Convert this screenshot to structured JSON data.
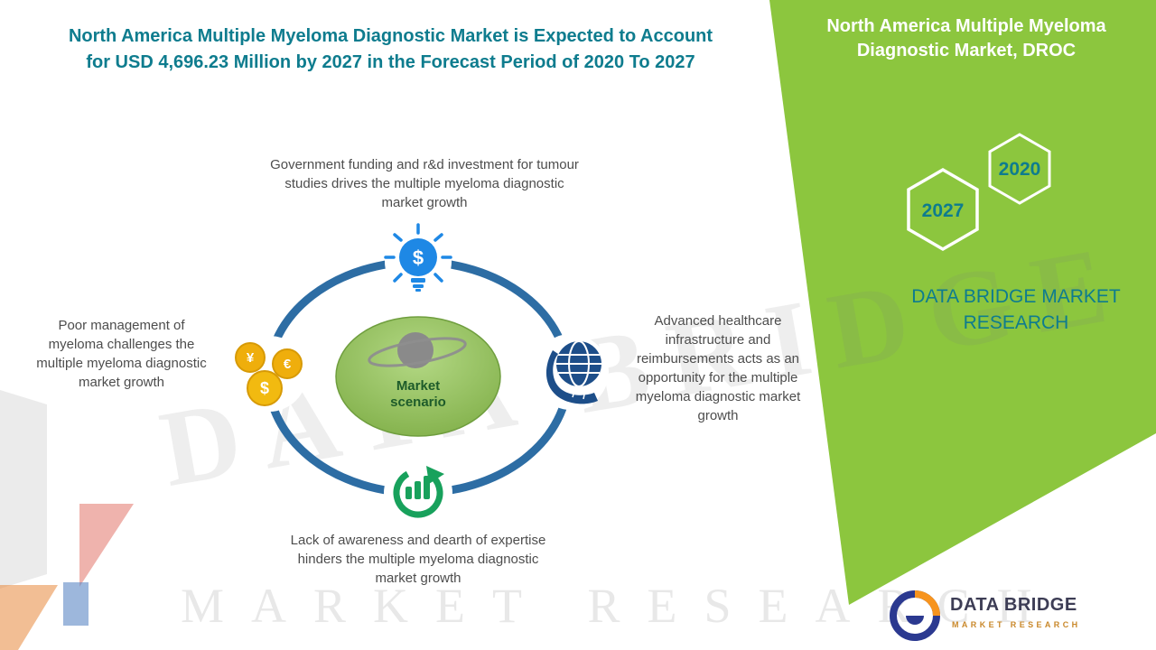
{
  "header": {
    "title_line1": "North America Multiple Myeloma Diagnostic Market is Expected to Account",
    "title_line2": "for USD 4,696.23 Million by 2027 in the Forecast Period of 2020 To 2027"
  },
  "side_panel": {
    "title": "North America Multiple Myeloma Diagnostic Market, DROC",
    "hexagons": [
      {
        "year": "2027"
      },
      {
        "year": "2020"
      }
    ],
    "brand": "DATA BRIDGE MARKET RESEARCH"
  },
  "diagram": {
    "center": {
      "line1": "Market",
      "line2": "scenario"
    },
    "driver_text": "Government funding and r&d investment for tumour studies drives the multiple myeloma diagnostic market growth",
    "challenge_text": "Poor management of myeloma challenges the multiple myeloma diagnostic market growth",
    "opportunity_text": "Advanced healthcare infrastructure and reimbursements acts as an opportunity for the multiple myeloma diagnostic market growth",
    "restraint_text": "Lack of awareness and dearth of expertise hinders the multiple myeloma diagnostic market growth",
    "bulb_symbol": "$",
    "coin_symbols": [
      "¥",
      "€",
      "$"
    ],
    "icons": {
      "driver": "lightbulb-dollar-icon",
      "challenge": "currency-coins-icon",
      "opportunity": "globe-in-hand-icon",
      "restraint": "growth-arrow-chart-icon"
    }
  },
  "logo": {
    "name": "DATA BRIDGE",
    "tagline": "MARKET RESEARCH"
  },
  "watermark": {
    "primary": "DATA BRIDGE",
    "secondary": "MARKET RESEARCH"
  },
  "colors": {
    "panel_green": "#8cc63e",
    "teal": "#0e7c8e",
    "ring_blue": "#2d6da4",
    "bulb_blue": "#1e88e5",
    "coin_gold": "#f0ad0d",
    "globe_navy": "#1d4e89",
    "growth_green": "#18a15c",
    "body_text": "#4d4d4d"
  }
}
